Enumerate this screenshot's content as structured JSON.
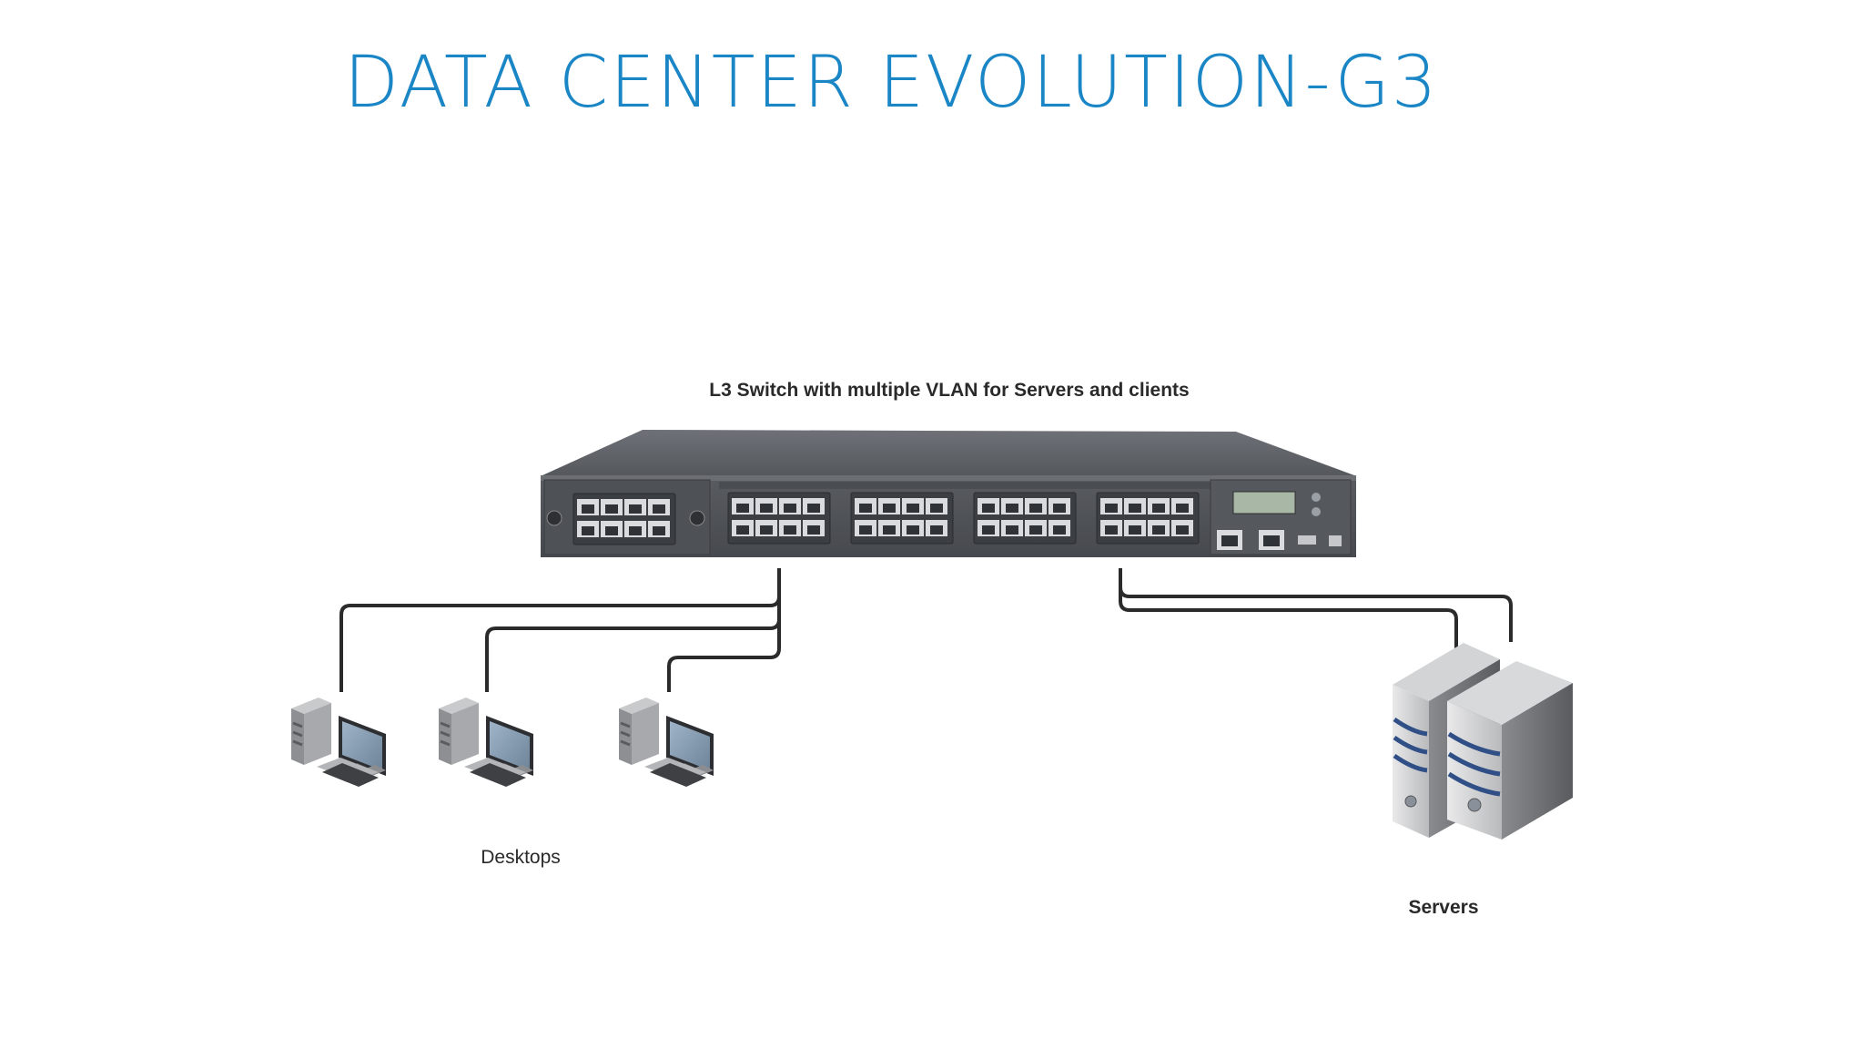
{
  "slide": {
    "title": "DATA CENTER EVOLUTION-G3"
  },
  "diagram": {
    "switch_label": "L3 Switch with multiple VLAN for Servers and clients",
    "desktops_label": "Desktops",
    "servers_label": "Servers",
    "nodes": {
      "switch": {
        "icon": "network-switch-icon"
      },
      "desktops": {
        "count": 3,
        "icon": "desktop-computer-icon"
      },
      "servers": {
        "count": 2,
        "icon": "server-tower-icon"
      }
    },
    "colors": {
      "title": "#1b86c6",
      "cable": "#2b2b2b",
      "chassis": "#5d6066",
      "server_stripe": "#2f4f86"
    }
  }
}
